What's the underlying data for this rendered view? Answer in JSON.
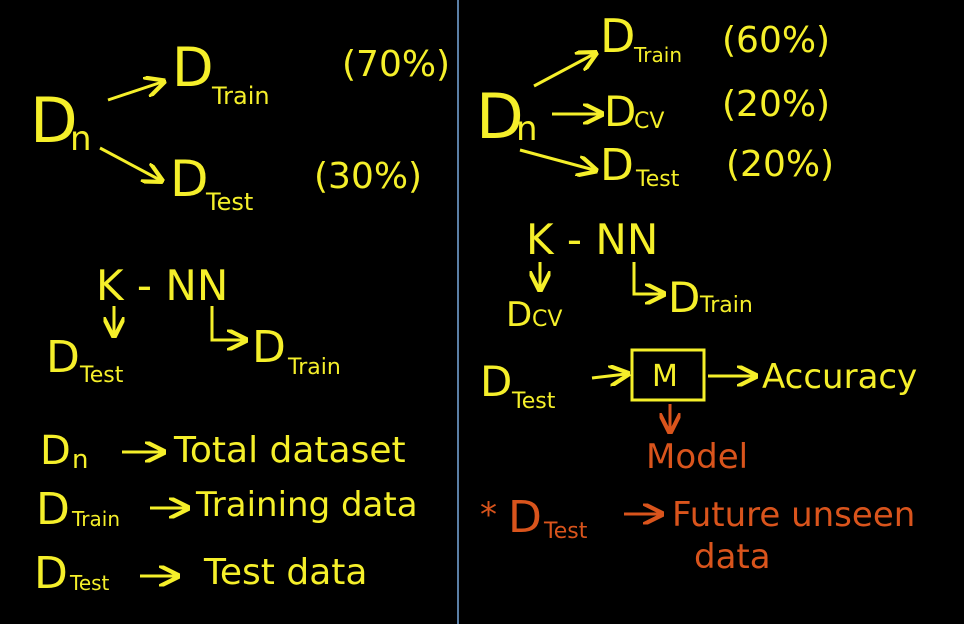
{
  "colors": {
    "background": "#000000",
    "ink_yellow": "#f5ef2a",
    "ink_orange": "#d9541c",
    "divider": "#5a7fa6"
  },
  "left": {
    "dn": "D",
    "dn_sub": "n",
    "train_main": "D",
    "train_sub": "Train",
    "train_pct": "(70%)",
    "test_main": "D",
    "test_sub": "Test",
    "test_pct": "(30%)",
    "knn": "K - NN",
    "knn_test_main": "D",
    "knn_test_sub": "Test",
    "knn_train_main": "D",
    "knn_train_sub": "Train",
    "legend": [
      {
        "term_main": "D",
        "term_sub": "n",
        "desc": "Total dataset"
      },
      {
        "term_main": "D",
        "term_sub": "Train",
        "desc": "Training data"
      },
      {
        "term_main": "D",
        "term_sub": "Test",
        "desc": "Test data"
      }
    ]
  },
  "right": {
    "dn": "D",
    "dn_sub": "n",
    "train_main": "D",
    "train_sub": "Train",
    "train_pct": "(60%)",
    "cv_main": "D",
    "cv_sub": "CV",
    "cv_pct": "(20%)",
    "test_main": "D",
    "test_sub": "Test",
    "test_pct": "(20%)",
    "knn": "K - NN",
    "knn_cv_main": "D",
    "knn_cv_sub": "CV",
    "knn_train_main": "D",
    "knn_train_sub": "Train",
    "pipeline_test_main": "D",
    "pipeline_test_sub": "Test",
    "model_box": "M",
    "accuracy": "Accuracy",
    "model_label": "Model",
    "note_star": "*",
    "note_main": "D",
    "note_sub": "Test",
    "note_text_1": "Future unseen",
    "note_text_2": "data"
  }
}
